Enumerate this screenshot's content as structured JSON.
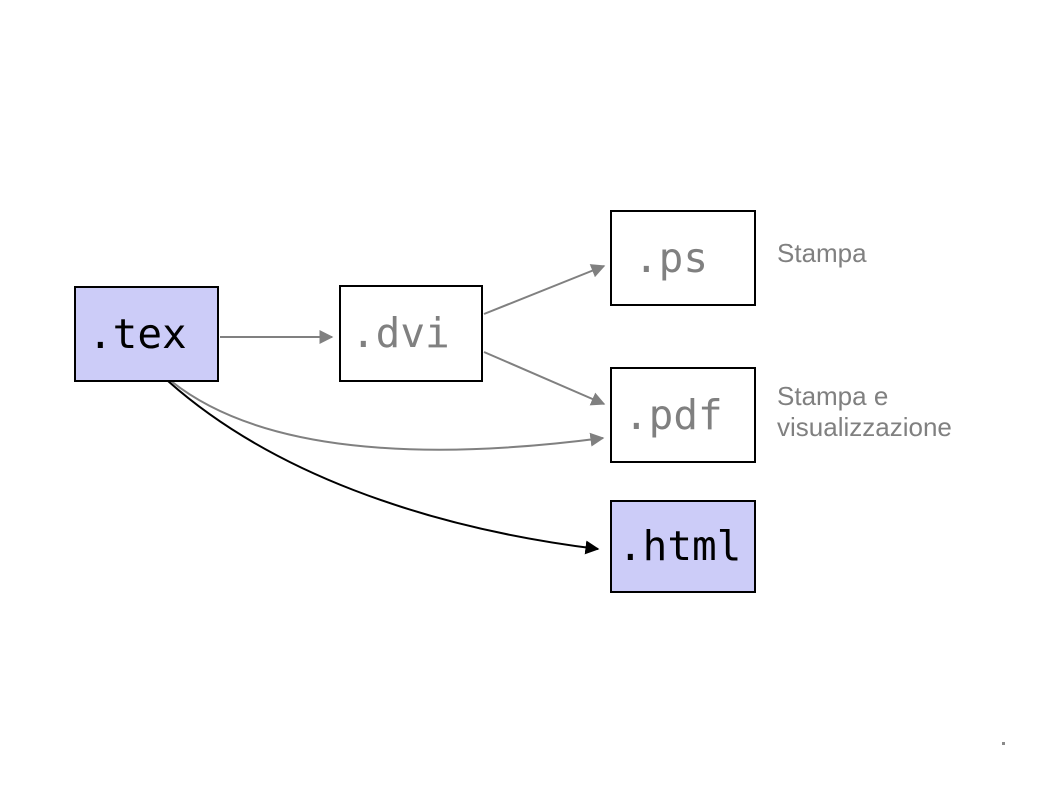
{
  "diagram": {
    "title": "LaTeX output formats workflow",
    "background": "#ffffff",
    "colors": {
      "node_fill_source": "#ccccf8",
      "node_fill_plain": "#ffffff",
      "node_border": "#000000",
      "text_black": "#000000",
      "text_gray": "#808080",
      "edge_gray": "#808080",
      "edge_black": "#000000"
    },
    "nodes": [
      {
        "id": "tex",
        "label": ".tex",
        "fill": "#ccccf8",
        "text_color": "#000000"
      },
      {
        "id": "dvi",
        "label": ".dvi",
        "fill": "#ffffff",
        "text_color": "#808080"
      },
      {
        "id": "ps",
        "label": ".ps",
        "fill": "#ffffff",
        "text_color": "#808080"
      },
      {
        "id": "pdf",
        "label": ".pdf",
        "fill": "#ffffff",
        "text_color": "#808080"
      },
      {
        "id": "html",
        "label": ".html",
        "fill": "#ccccf8",
        "text_color": "#000000"
      }
    ],
    "edges": [
      {
        "id": "tex-dvi",
        "from": ".tex",
        "to": ".dvi",
        "style": "straight",
        "color": "#808080"
      },
      {
        "id": "dvi-ps",
        "from": ".dvi",
        "to": ".ps",
        "style": "straight",
        "color": "#808080"
      },
      {
        "id": "dvi-pdf",
        "from": ".dvi",
        "to": ".pdf",
        "style": "straight",
        "color": "#808080"
      },
      {
        "id": "tex-pdf",
        "from": ".tex",
        "to": ".pdf",
        "style": "curved",
        "color": "#808080"
      },
      {
        "id": "tex-html",
        "from": ".tex",
        "to": ".html",
        "style": "curved",
        "color": "#000000"
      }
    ],
    "annotations": [
      {
        "id": "ps-note",
        "target": ".ps",
        "text": "Stampa"
      },
      {
        "id": "pdf-note",
        "target": ".pdf",
        "text": "Stampa e\nvisualizzazione"
      }
    ]
  }
}
